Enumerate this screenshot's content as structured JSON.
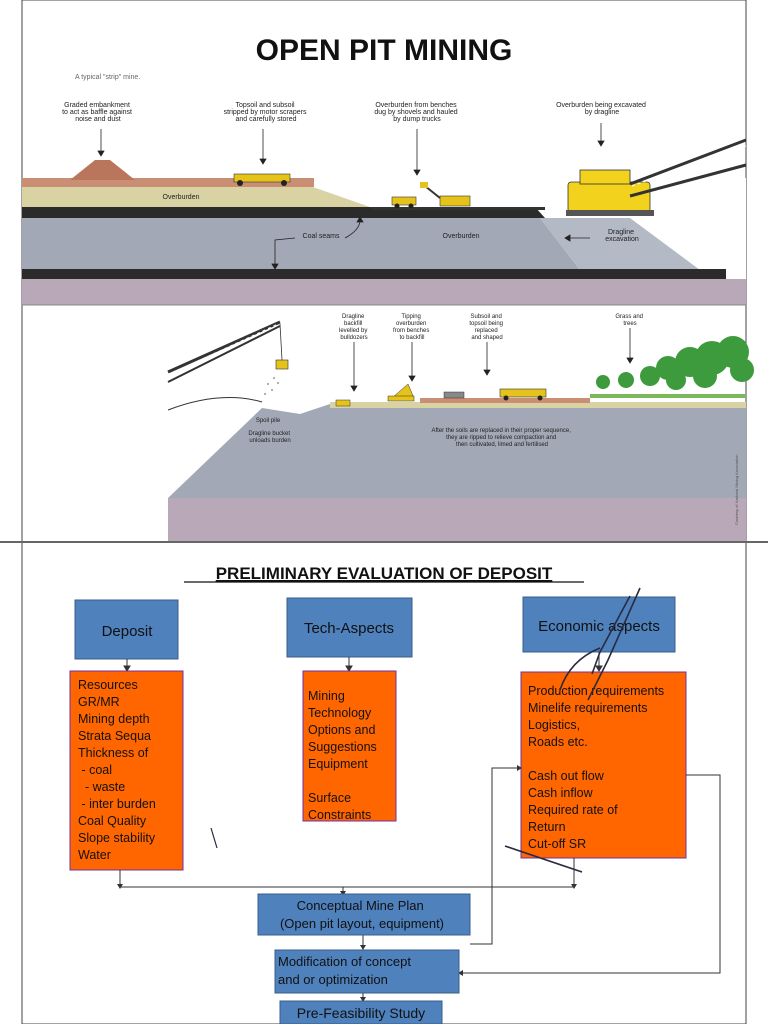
{
  "top": {
    "title": "OPEN PIT  MINING",
    "subtitle": "A typical \"strip\" mine.",
    "labels": {
      "embankment": [
        "Graded embankment",
        "to act as baffle against",
        "noise and dust"
      ],
      "topsoil": [
        "Topsoil and subsoil",
        "stripped by motor scrapers",
        "and carefully stored"
      ],
      "benches": [
        "Overburden from benches",
        "dug by shovels and hauled",
        "by dump trucks"
      ],
      "dragline_exc": [
        "Overburden being excavated",
        "by dragline"
      ],
      "overburden1": "Overburden",
      "coal_seams": "Coal seams",
      "overburden2": "Overburden",
      "dragline_excavation": [
        "Dragline",
        "excavation"
      ]
    }
  },
  "middle": {
    "labels": {
      "backfill": [
        "Dragline",
        "backfill",
        "levelled by",
        "bulldozers"
      ],
      "tipping": [
        "Tipping",
        "overburden",
        "from benches",
        "to backfill"
      ],
      "subsoil": [
        "Subsoil and",
        "topsoil being",
        "replaced",
        "and shaped"
      ],
      "grass": [
        "Grass and",
        "trees"
      ],
      "spoil_pile": "Spoil pile",
      "dragline_bucket": [
        "Dragline bucket",
        "unloads burden"
      ],
      "soils_replaced": [
        "After the soils are replaced in their proper sequence,",
        "they are ripped to relieve compaction and",
        "then cultivated, limed and fertilised"
      ],
      "courtesy": "Courtesy of National Mining Association"
    }
  },
  "flow": {
    "title": "PRELIMINARY EVALUATION OF DEPOSIT",
    "deposit": "Deposit",
    "tech": "Tech-Aspects",
    "economic": "Economic aspects",
    "deposit_items": [
      "Resources",
      "GR/MR",
      "Mining depth",
      "Strata Sequa",
      "Thickness of",
      " - coal",
      "  - waste",
      " - inter burden",
      "Coal Quality",
      "Slope stability",
      "Water"
    ],
    "tech_items": [
      "Mining",
      "Technology",
      "Options and",
      "Suggestions",
      "Equipment",
      "",
      "Surface",
      "Constraints"
    ],
    "economic_items": [
      "Production requirements",
      "Minelife requirements",
      "Logistics,",
      "Roads etc.",
      "",
      "Cash out flow",
      "Cash inflow",
      "Required rate of",
      "Return",
      "Cut-off SR"
    ],
    "conceptual": [
      "Conceptual Mine Plan",
      "(Open pit layout, equipment)"
    ],
    "modification": [
      "Modification of concept",
      "and or optimization"
    ],
    "prefeasibility": "Pre-Feasibility Study"
  },
  "colors": {
    "blue_box": "#4f81bd",
    "orange_box": "#ff6600",
    "overburden_gray": "#a2a8b6",
    "coal": "#2b2b2b",
    "topsoil_tan": "#d9d3a4",
    "machine_yellow": "#f2d21c",
    "tree_green": "#3d9a3d"
  }
}
